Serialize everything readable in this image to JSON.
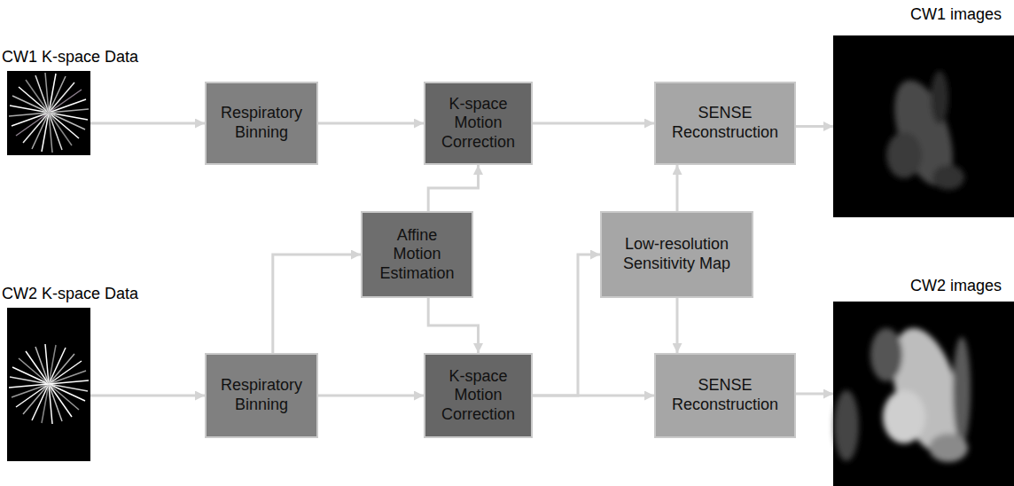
{
  "diagram": {
    "nodes": [
      {
        "text": [
          "CW1 K-space Data"
        ]
      },
      {
        "text": [
          "Respiratory Binning"
        ]
      },
      {
        "text": [
          "K-space Motion Correction"
        ]
      },
      {
        "text": [
          "SENSE Reconstruction"
        ]
      },
      {
        "text": [
          "CW1 images"
        ]
      },
      {
        "text": [
          "Affine Motion Estimation"
        ]
      },
      {
        "text": [
          "Low-resolution Sensitivity Map"
        ]
      },
      {
        "text": [
          "CW2 K-space Data"
        ]
      },
      {
        "text": [
          "Respiratory Binning"
        ]
      },
      {
        "text": [
          "K-space Motion Correction"
        ]
      },
      {
        "text": [
          "SENSE Reconstruction"
        ]
      },
      {
        "text": [
          "CW2 images"
        ]
      }
    ],
    "edges": [
      {
        "from": 0,
        "to": 1,
        "arrow": "to"
      },
      {
        "from": 1,
        "to": 2,
        "arrow": "to"
      },
      {
        "from": 2,
        "to": 3,
        "arrow": "to"
      },
      {
        "from": 3,
        "to": 4,
        "arrow": "to"
      },
      {
        "from": 5,
        "to": 2,
        "arrow": "to"
      },
      {
        "from": 5,
        "to": 9,
        "arrow": "to"
      },
      {
        "from": 8,
        "to": 5,
        "arrow": "to"
      },
      {
        "from": 7,
        "to": 8,
        "arrow": "to"
      },
      {
        "from": 8,
        "to": 9,
        "arrow": "to"
      },
      {
        "from": 9,
        "to": 10,
        "arrow": "to"
      },
      {
        "from": 9,
        "to": 6,
        "arrow": "to"
      },
      {
        "from": 6,
        "to": 3,
        "arrow": "to"
      },
      {
        "from": 6,
        "to": 10,
        "arrow": "to"
      },
      {
        "from": 10,
        "to": 11,
        "arrow": "to"
      }
    ]
  }
}
